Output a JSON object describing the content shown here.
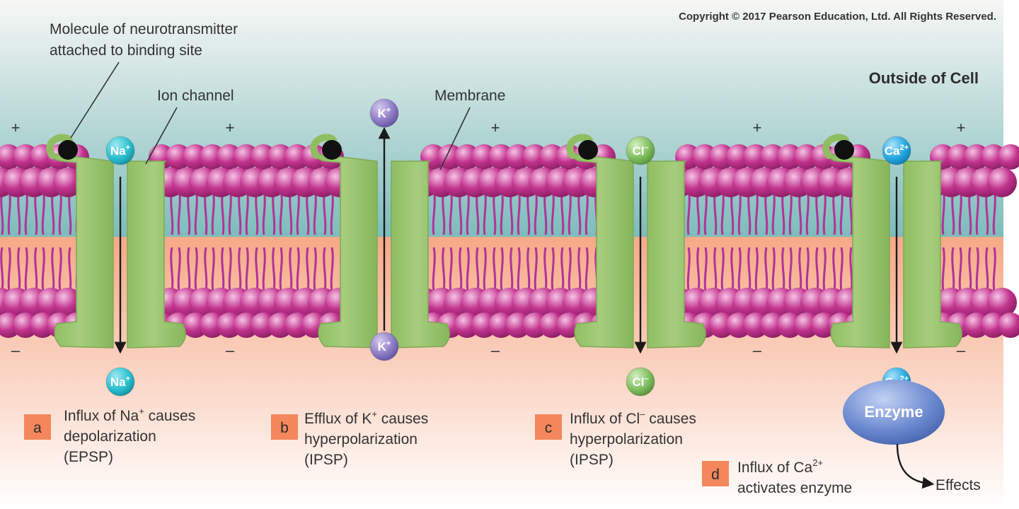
{
  "copyright": "Copyright © 2017 Pearson Education, Ltd. All Rights Reserved.",
  "labels": {
    "neurotransmitter_line1": "Molecule of neurotransmitter",
    "neurotransmitter_line2": "attached to binding site",
    "ion_channel": "Ion channel",
    "membrane": "Membrane",
    "outside": "Outside of Cell",
    "enzyme": "Enzyme",
    "effects": "Effects"
  },
  "signs": {
    "outside": "+",
    "inside": "–"
  },
  "colors": {
    "outside_top": "#f7f7f5",
    "outside_bottom": "#7dbcbb",
    "inside_top": "#f6a987",
    "inside_bottom": "#ffffff",
    "head": "#c2348e",
    "tail": "#b2329a",
    "channel": "#a6cd7d",
    "na": "#2bbfcf",
    "k": "#8d7bc4",
    "cl": "#7fbe5f",
    "ca": "#25a8e0",
    "enzyme": "#6b89cf",
    "badge": "#f4875c"
  },
  "channels": [
    {
      "id": "a",
      "ion_label": "Na+",
      "ion_base": "Na",
      "ion_charge": "+",
      "direction": "influx",
      "caption": [
        "Influx of Na",
        "+",
        " causes",
        "depolarization",
        "(EPSP)"
      ]
    },
    {
      "id": "b",
      "ion_label": "K+",
      "ion_base": "K",
      "ion_charge": "+",
      "direction": "efflux",
      "caption": [
        "Efflux of K",
        "+",
        " causes",
        "hyperpolarization",
        "(IPSP)"
      ]
    },
    {
      "id": "c",
      "ion_label": "Cl–",
      "ion_base": "Cl",
      "ion_charge": "–",
      "direction": "influx",
      "caption": [
        "Influx of Cl",
        "–",
        " causes",
        "hyperpolarization",
        "(IPSP)"
      ]
    },
    {
      "id": "d",
      "ion_label": "Ca2+",
      "ion_base": "Ca",
      "ion_charge": "2+",
      "direction": "influx",
      "caption": [
        "Influx of Ca",
        "2+",
        "",
        "activates enzyme",
        ""
      ]
    }
  ]
}
